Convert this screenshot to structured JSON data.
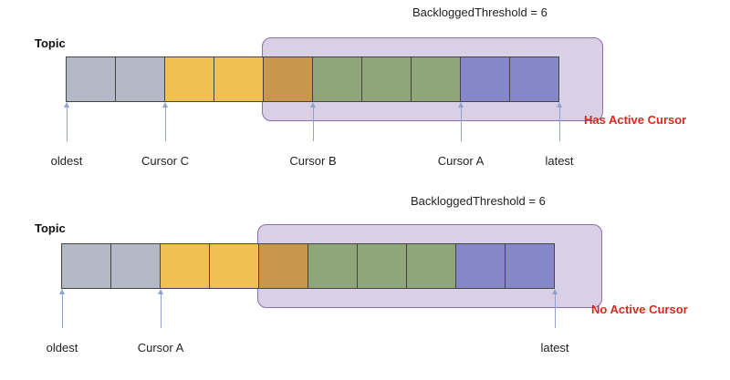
{
  "colors": {
    "gray": "#b3b9c7",
    "yellow": "#f0c152",
    "overlap": "#c8964c",
    "green": "#8fa67a",
    "blue": "#8587c8",
    "status_red": "#d62a1e"
  },
  "panels": [
    {
      "threshold_label": "BackloggedThreshold = 6",
      "topic_label": "Topic",
      "cells": [
        "gray",
        "gray",
        "yellow",
        "yellow",
        "overlap",
        "green",
        "green",
        "green",
        "blue",
        "blue"
      ],
      "pointers": [
        {
          "label": "oldest",
          "boundary": 0
        },
        {
          "label": "Cursor C",
          "boundary": 2
        },
        {
          "label": "Cursor B",
          "boundary": 5
        },
        {
          "label": "Cursor A",
          "boundary": 8
        },
        {
          "label": "latest",
          "boundary": 10
        }
      ],
      "status": "Has Active Cursor"
    },
    {
      "threshold_label": "BackloggedThreshold = 6",
      "topic_label": "Topic",
      "cells": [
        "gray",
        "gray",
        "yellow",
        "yellow",
        "overlap",
        "green",
        "green",
        "green",
        "blue",
        "blue"
      ],
      "pointers": [
        {
          "label": "oldest",
          "boundary": 0
        },
        {
          "label": "Cursor A",
          "boundary": 2
        },
        {
          "label": "latest",
          "boundary": 10
        }
      ],
      "status": "No Active Cursor"
    }
  ]
}
